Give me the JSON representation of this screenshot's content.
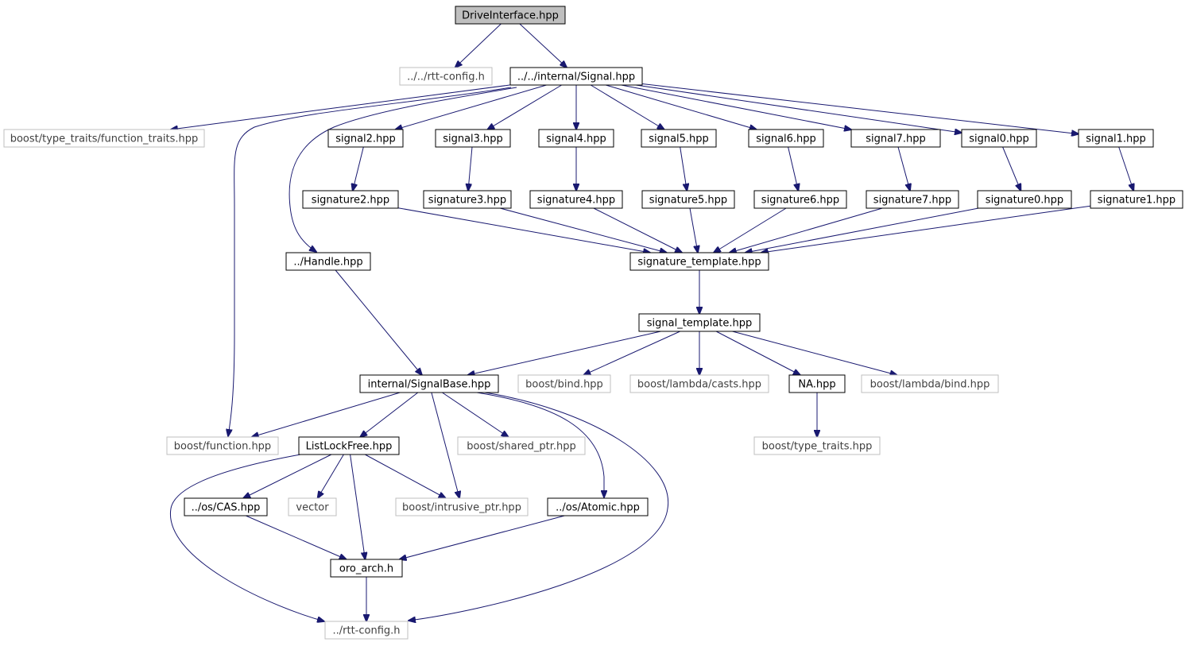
{
  "diagram": {
    "colors": {
      "edge": "#191970",
      "root_fill": "#bfbfbf",
      "external_border": "#bfbfbf",
      "header_border": "#000000"
    },
    "nodes": {
      "drive_interface": {
        "label": "DriveInterface.hpp",
        "kind": "root"
      },
      "rtt_config_up": {
        "label": "../../rtt-config.h",
        "kind": "external"
      },
      "signal_internal": {
        "label": "../../internal/Signal.hpp",
        "kind": "header"
      },
      "function_traits": {
        "label": "boost/type_traits/function_traits.hpp",
        "kind": "external"
      },
      "signal2": {
        "label": "signal2.hpp",
        "kind": "header"
      },
      "signal3": {
        "label": "signal3.hpp",
        "kind": "header"
      },
      "signal4": {
        "label": "signal4.hpp",
        "kind": "header"
      },
      "signal5": {
        "label": "signal5.hpp",
        "kind": "header"
      },
      "signal6": {
        "label": "signal6.hpp",
        "kind": "header"
      },
      "signal7": {
        "label": "signal7.hpp",
        "kind": "header"
      },
      "signal0": {
        "label": "signal0.hpp",
        "kind": "header"
      },
      "signal1": {
        "label": "signal1.hpp",
        "kind": "header"
      },
      "signature2": {
        "label": "signature2.hpp",
        "kind": "header"
      },
      "signature3": {
        "label": "signature3.hpp",
        "kind": "header"
      },
      "signature4": {
        "label": "signature4.hpp",
        "kind": "header"
      },
      "signature5": {
        "label": "signature5.hpp",
        "kind": "header"
      },
      "signature6": {
        "label": "signature6.hpp",
        "kind": "header"
      },
      "signature7": {
        "label": "signature7.hpp",
        "kind": "header"
      },
      "signature0": {
        "label": "signature0.hpp",
        "kind": "header"
      },
      "signature1": {
        "label": "signature1.hpp",
        "kind": "header"
      },
      "handle": {
        "label": "../Handle.hpp",
        "kind": "header"
      },
      "signature_template": {
        "label": "signature_template.hpp",
        "kind": "header"
      },
      "signal_template": {
        "label": "signal_template.hpp",
        "kind": "header"
      },
      "signal_base": {
        "label": "internal/SignalBase.hpp",
        "kind": "header"
      },
      "boost_bind": {
        "label": "boost/bind.hpp",
        "kind": "external"
      },
      "lambda_casts": {
        "label": "boost/lambda/casts.hpp",
        "kind": "external"
      },
      "na": {
        "label": "NA.hpp",
        "kind": "header"
      },
      "lambda_bind": {
        "label": "boost/lambda/bind.hpp",
        "kind": "external"
      },
      "boost_function": {
        "label": "boost/function.hpp",
        "kind": "external"
      },
      "list_lock_free": {
        "label": "ListLockFree.hpp",
        "kind": "header"
      },
      "shared_ptr": {
        "label": "boost/shared_ptr.hpp",
        "kind": "external"
      },
      "type_traits": {
        "label": "boost/type_traits.hpp",
        "kind": "external"
      },
      "os_cas": {
        "label": "../os/CAS.hpp",
        "kind": "header"
      },
      "vector": {
        "label": "vector",
        "kind": "external"
      },
      "intrusive_ptr": {
        "label": "boost/intrusive_ptr.hpp",
        "kind": "external"
      },
      "os_atomic": {
        "label": "../os/Atomic.hpp",
        "kind": "header"
      },
      "oro_arch": {
        "label": "oro_arch.h",
        "kind": "header"
      },
      "rtt_config": {
        "label": "../rtt-config.h",
        "kind": "external"
      }
    },
    "edges": [
      [
        "drive_interface",
        "rtt_config_up"
      ],
      [
        "drive_interface",
        "signal_internal"
      ],
      [
        "signal_internal",
        "function_traits"
      ],
      [
        "signal_internal",
        "boost_function"
      ],
      [
        "signal_internal",
        "handle"
      ],
      [
        "signal_internal",
        "signal2"
      ],
      [
        "signal_internal",
        "signal3"
      ],
      [
        "signal_internal",
        "signal4"
      ],
      [
        "signal_internal",
        "signal5"
      ],
      [
        "signal_internal",
        "signal6"
      ],
      [
        "signal_internal",
        "signal7"
      ],
      [
        "signal_internal",
        "signal0"
      ],
      [
        "signal_internal",
        "signal1"
      ],
      [
        "signal2",
        "signature2"
      ],
      [
        "signal3",
        "signature3"
      ],
      [
        "signal4",
        "signature4"
      ],
      [
        "signal5",
        "signature5"
      ],
      [
        "signal6",
        "signature6"
      ],
      [
        "signal7",
        "signature7"
      ],
      [
        "signal0",
        "signature0"
      ],
      [
        "signal1",
        "signature1"
      ],
      [
        "signature2",
        "signature_template"
      ],
      [
        "signature3",
        "signature_template"
      ],
      [
        "signature4",
        "signature_template"
      ],
      [
        "signature5",
        "signature_template"
      ],
      [
        "signature6",
        "signature_template"
      ],
      [
        "signature7",
        "signature_template"
      ],
      [
        "signature0",
        "signature_template"
      ],
      [
        "signature1",
        "signature_template"
      ],
      [
        "signature_template",
        "signal_template"
      ],
      [
        "handle",
        "signal_base"
      ],
      [
        "signal_template",
        "signal_base"
      ],
      [
        "signal_template",
        "boost_bind"
      ],
      [
        "signal_template",
        "lambda_casts"
      ],
      [
        "signal_template",
        "na"
      ],
      [
        "signal_template",
        "lambda_bind"
      ],
      [
        "na",
        "type_traits"
      ],
      [
        "signal_base",
        "boost_function"
      ],
      [
        "signal_base",
        "list_lock_free"
      ],
      [
        "signal_base",
        "intrusive_ptr"
      ],
      [
        "signal_base",
        "shared_ptr"
      ],
      [
        "signal_base",
        "os_atomic"
      ],
      [
        "signal_base",
        "rtt_config"
      ],
      [
        "list_lock_free",
        "os_cas"
      ],
      [
        "list_lock_free",
        "vector"
      ],
      [
        "list_lock_free",
        "intrusive_ptr"
      ],
      [
        "list_lock_free",
        "oro_arch"
      ],
      [
        "list_lock_free",
        "rtt_config"
      ],
      [
        "os_cas",
        "oro_arch"
      ],
      [
        "os_atomic",
        "oro_arch"
      ],
      [
        "oro_arch",
        "rtt_config"
      ]
    ]
  }
}
